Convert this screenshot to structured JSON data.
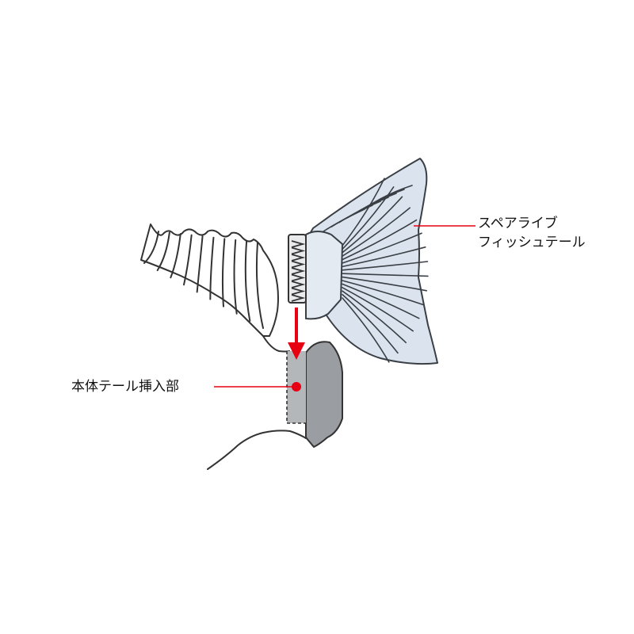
{
  "labels": {
    "spare_tail_line1": "スペアライブ",
    "spare_tail_line2": "フィッシュテール",
    "body_slot": "本体テール挿入部"
  },
  "colors": {
    "tail_fill": "#dbe4ee",
    "tail_stroke": "#3a3f45",
    "slot_dark": "#9a9da1",
    "slot_light": "#b4b7ba",
    "arrow": "#e60012",
    "leader_line": "#e60012",
    "outline": "#333333"
  },
  "icons": {
    "insert_arrow": "arrow-down-icon",
    "slot_marker": "dot-marker-icon"
  }
}
